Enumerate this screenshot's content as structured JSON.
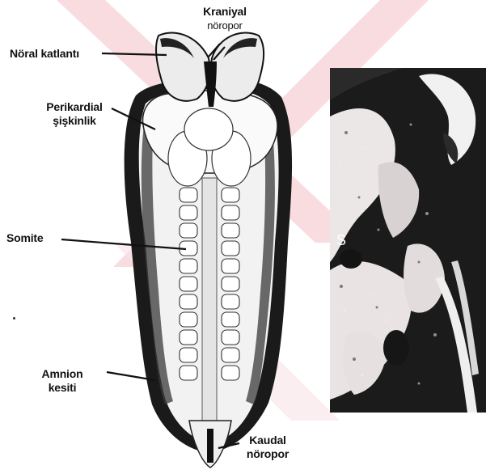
{
  "labels": {
    "kraniyal_line1": "Kraniyal",
    "kraniyal_line2": "nöropor",
    "noral_katlanti": "Nöral katlantı",
    "perikardial_line1": "Perikardial",
    "perikardial_line2": "şişkinlik",
    "somite": "Somite",
    "amnion_line1": "Amnion",
    "amnion_line2": "kesiti",
    "kaudal_line1": "Kaudal",
    "kaudal_line2": "nöropor"
  },
  "photo": {
    "marker": "S"
  },
  "colors": {
    "ink": "#111111",
    "watermark": "#f7d6da",
    "photo_dark": "#141414",
    "photo_light": "#e9e6e6"
  }
}
